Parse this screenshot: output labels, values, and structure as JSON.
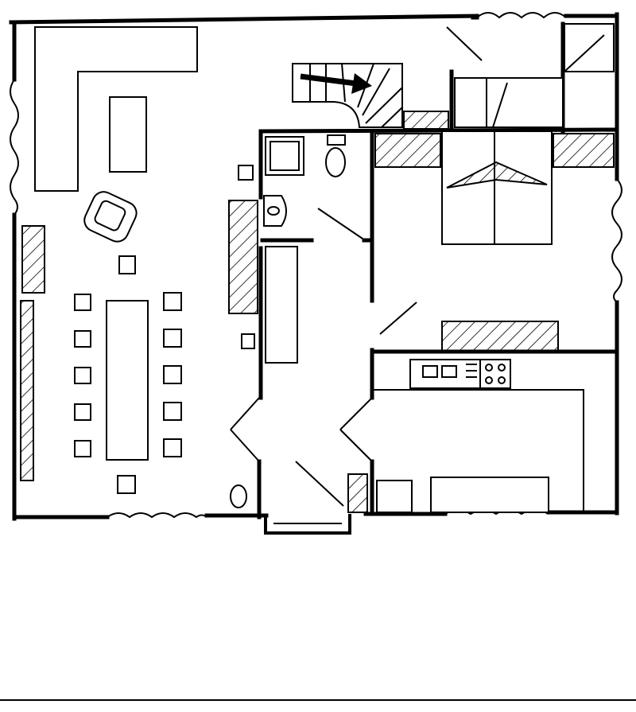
{
  "drawing": {
    "kind": "floor-plan-sketch",
    "text": [],
    "colors": {
      "ink": "#000000",
      "paper": "#ffffff"
    },
    "rooms": [
      "living-dining",
      "stair",
      "bathroom",
      "bedroom",
      "kitchen",
      "entry",
      "terrace"
    ],
    "furniture_counts": {
      "dining_chairs": 12,
      "dining_table": 1,
      "armchairs": 1,
      "bed": 1,
      "stove_burners": 4
    }
  }
}
